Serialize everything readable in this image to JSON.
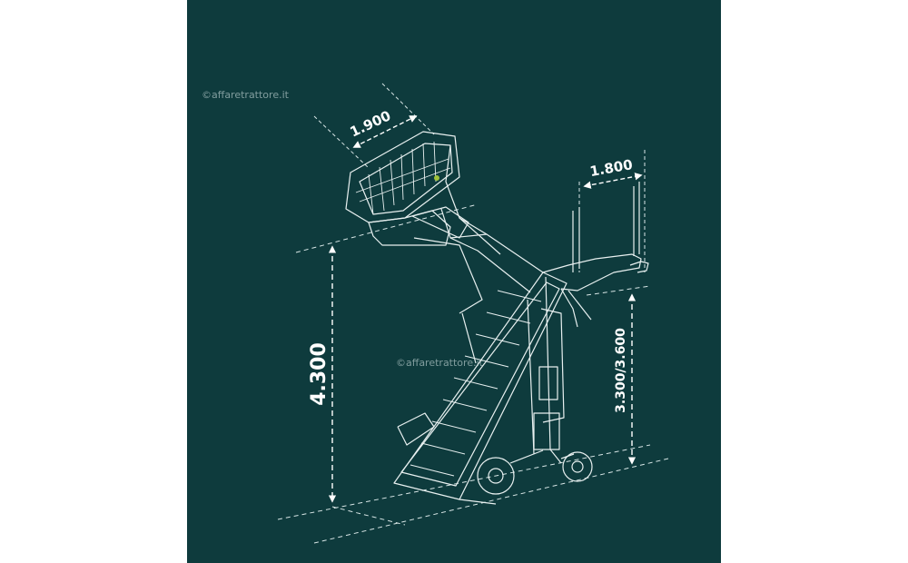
{
  "drawing": {
    "subject": "",
    "watermark_top": "©affaretrattore.it",
    "watermark_center": "©affaretrattore.it",
    "background_color": "#0e3b3d",
    "line_color": "#ffffff",
    "dimensions": {
      "width_top": "1.900",
      "width_side": "1.800",
      "height_total": "4.300",
      "height_loading": "3.300/3.600"
    }
  }
}
